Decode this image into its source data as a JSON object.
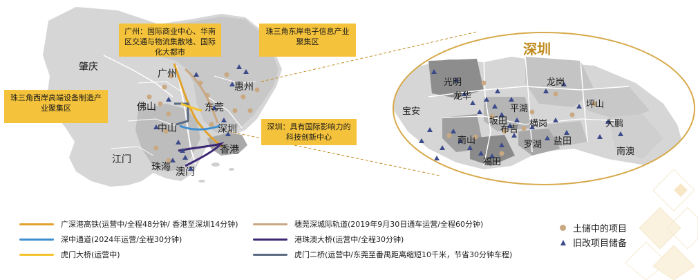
{
  "colors": {
    "callout_bg": "#f5c33b",
    "land_light": "#d9d9d9",
    "land_mid": "#c4c4c4",
    "land_dark": "#9a9a9a",
    "circle_marker": "#c9a882",
    "triangle_marker": "#3b4a8a",
    "gsh_rail": "#e2a12a",
    "shenzhong": "#3f8fd0",
    "humen": "#f4c32b",
    "suiguan": "#c9a882",
    "hzm": "#3c2773",
    "humen2": "#5a6a80",
    "shenzhen_title": "#c08a1d"
  },
  "callouts": {
    "guangzhou": "广州：国际商业中心、华南区交通与物流集散地、国际化大都市",
    "east": "珠三角东岸电子信息产业聚集区",
    "west": "珠三角西岸高端设备制造产业聚集区",
    "shenzhen": "深圳：具有国际影响力的科技创新中心"
  },
  "cities": {
    "zhaoqing": "肇庆",
    "guangzhou": "广州",
    "foshan": "佛山",
    "dongguan": "东莞",
    "huizhou": "惠州",
    "zhongshan": "中山",
    "shenzhen": "深圳",
    "hongkong": "香港",
    "jiangmen": "江门",
    "zhuhai": "珠海",
    "macau": "澳门"
  },
  "inset": {
    "title": "深圳",
    "districts": {
      "baoan": "宝安",
      "guangming": "光明",
      "longhua": "龙华",
      "longgang": "龙岗",
      "pingshan": "坪山",
      "pinghu": "平湖",
      "bantian": "坂田",
      "buji": "布吉",
      "henggang": "横岗",
      "dapeng": "大鹏",
      "nanshan": "南山",
      "luohu": "罗湖",
      "yantian": "盐田",
      "futian": "福田",
      "nanao": "南澳"
    }
  },
  "legend": {
    "gsh_rail": "广深港高铁(运营中/全程48分钟/ 香港至深圳14分钟)",
    "shenzhong": "深中通道(2024年运营/全程30分钟)",
    "humen": "虎门大桥(运营中)",
    "suiguan": "穗莞深城际轨道(2019年9月30日通车运营/全程60分钟)",
    "hzm": "港珠澳大桥(运营中/全程30分钟)",
    "humen2": "虎门二桥(运营中/东莞至番禺距离缩短10千米，节省30分钟车程)",
    "land_reserve": "土储中的项目",
    "renewal_reserve": "旧改项目储备"
  }
}
